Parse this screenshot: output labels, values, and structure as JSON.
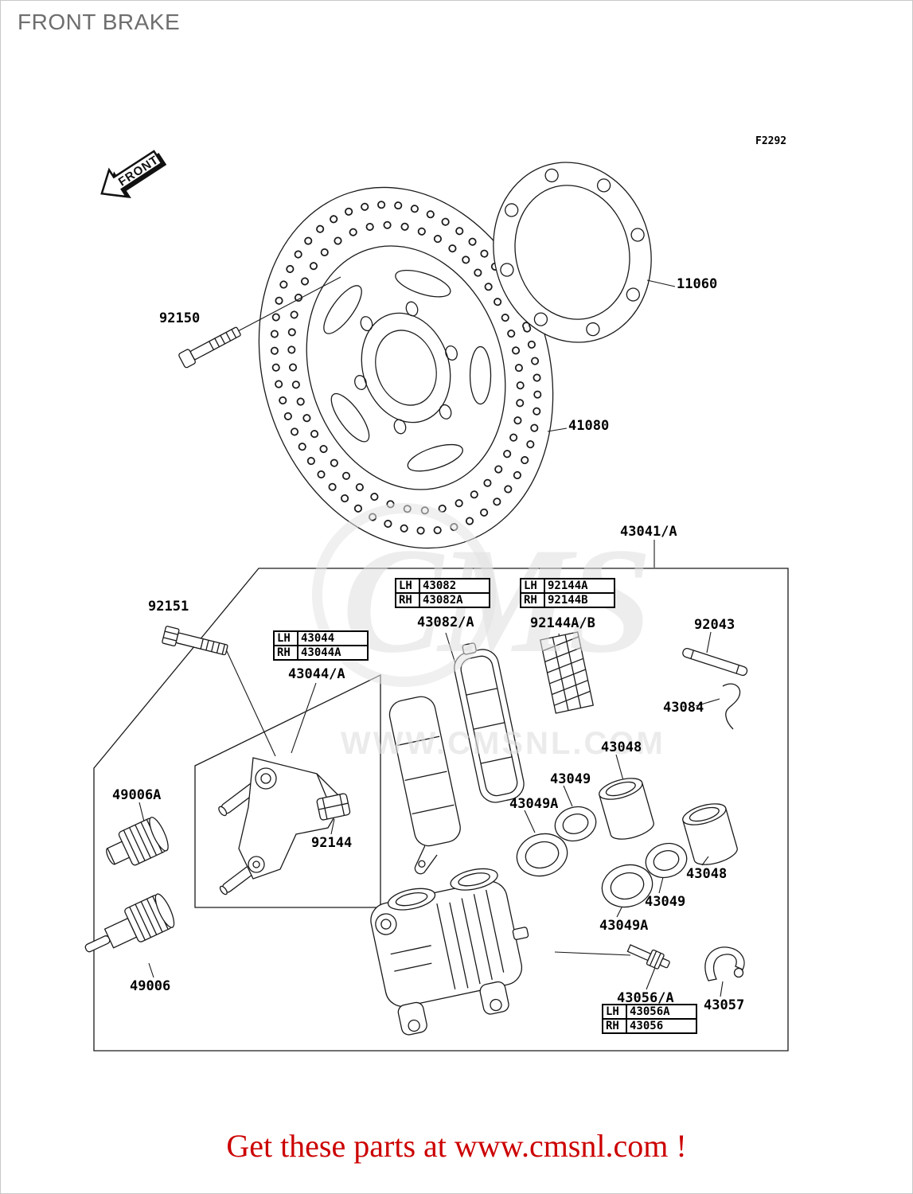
{
  "page": {
    "title": "FRONT BRAKE",
    "fig_code": "F2292",
    "front_badge": "FRONT",
    "watermark_logo": "CMS",
    "watermark_url": "WWW.CMSNL.COM",
    "banner": "Get these parts at www.cmsnl.com !"
  },
  "parts": {
    "disc_bolt": "92150",
    "gasket": "11060",
    "disc": "41080",
    "caliper_assembly": "43041/A",
    "caliper_bolt": "92151",
    "pad_set_sub": "43082/A",
    "pad_set_table": {
      "lh_label": "LH",
      "lh_value": "43082",
      "rh_label": "RH",
      "rh_value": "43082A"
    },
    "shim_sub": "92144A/B",
    "shim_table": {
      "lh_label": "LH",
      "lh_value": "92144A",
      "rh_label": "RH",
      "rh_value": "92144B"
    },
    "pad_pin": "92043",
    "pin_clip": "43084",
    "bracket_sub": "43044/A",
    "bracket_table": {
      "lh_label": "LH",
      "lh_value": "43044",
      "rh_label": "RH",
      "rh_value": "43044A"
    },
    "boot_a": "49006A",
    "boot": "49006",
    "pad_spring": "92144",
    "piston_1": "43048",
    "seal_1": "43049",
    "dust_seal_1": "43049A",
    "piston_2": "43048",
    "seal_2": "43049",
    "dust_seal_2": "43049A",
    "bleeder_sub": "43056/A",
    "bleeder_table": {
      "lh_label": "LH",
      "lh_value": "43056A",
      "rh_label": "RH",
      "rh_value": "43056"
    },
    "hose_clamp": "43057"
  }
}
